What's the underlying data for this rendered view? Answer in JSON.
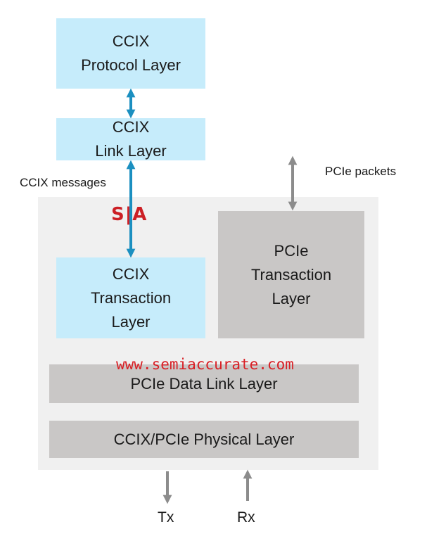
{
  "blocks": {
    "ccix_protocol": "CCIX\nProtocol Layer",
    "ccix_link": "CCIX\nLink Layer",
    "ccix_transaction": "CCIX\nTransaction\nLayer",
    "pcie_transaction": "PCIe\nTransaction\nLayer",
    "pcie_data_link": "PCIe Data Link Layer",
    "physical": "CCIX/PCIe Physical Layer"
  },
  "labels": {
    "ccix_messages": "CCIX messages",
    "pcie_packets": "PCIe packets",
    "tx": "Tx",
    "rx": "Rx"
  },
  "watermark": {
    "logo": "S|A",
    "url": "www.semiaccurate.com"
  },
  "colors": {
    "ccix_block": "#c6ecfb",
    "pcie_block": "#c9c7c6",
    "container": "#f0f0f0",
    "ccix_arrow": "#1b8fc0",
    "pcie_arrow": "#8c8c8c",
    "watermark": "#cc1f25"
  }
}
